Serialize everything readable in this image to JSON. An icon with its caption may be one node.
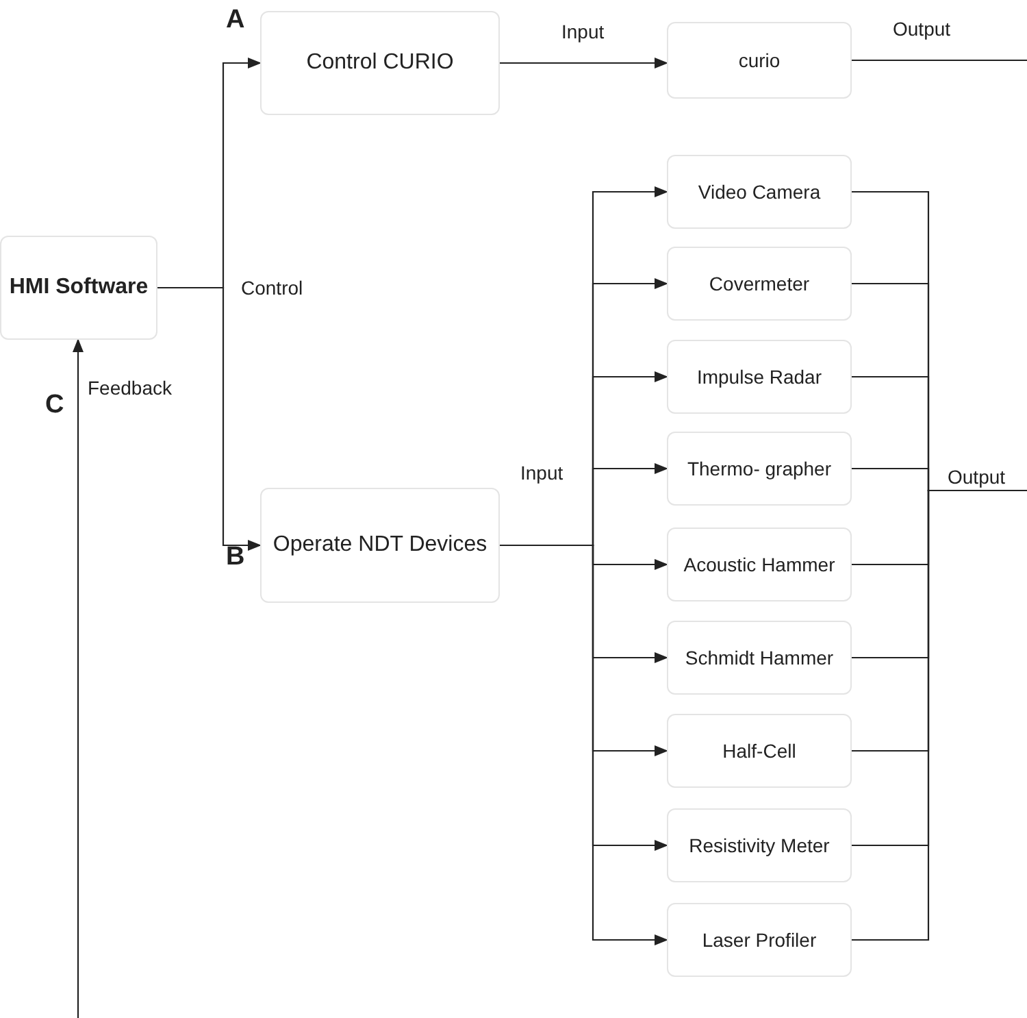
{
  "diagram": {
    "nodes": [
      {
        "text": [
          "HMI Software"
        ]
      },
      {
        "text": [
          "Control CURIO"
        ]
      },
      {
        "text": [
          "curio"
        ]
      },
      {
        "text": [
          "Operate NDT Devices"
        ]
      },
      {
        "text": [
          "Video Camera"
        ]
      },
      {
        "text": [
          "Covermeter"
        ]
      },
      {
        "text": [
          "Impulse Radar"
        ]
      },
      {
        "text": [
          "Thermo- grapher"
        ]
      },
      {
        "text": [
          "Acoustic Hammer"
        ]
      },
      {
        "text": [
          "Schmidt Hammer"
        ]
      },
      {
        "text": [
          "Half-Cell"
        ]
      },
      {
        "text": [
          "Resistivity Meter"
        ]
      },
      {
        "text": [
          "Laser Profiler"
        ]
      }
    ],
    "edges": [
      {
        "from": 0,
        "to": 1,
        "arrow": "to",
        "label": "Control"
      },
      {
        "from": 0,
        "to": 3,
        "arrow": "to"
      },
      {
        "from": 1,
        "to": 2,
        "arrow": "to",
        "label": "Input"
      },
      {
        "from": 2,
        "to": null,
        "arrow": "none",
        "label": "Output"
      },
      {
        "from": 3,
        "to": 4,
        "arrow": "to",
        "label": "Input"
      },
      {
        "from": 3,
        "to": 5,
        "arrow": "to"
      },
      {
        "from": 3,
        "to": 6,
        "arrow": "to"
      },
      {
        "from": 3,
        "to": 7,
        "arrow": "to"
      },
      {
        "from": 3,
        "to": 8,
        "arrow": "to"
      },
      {
        "from": 3,
        "to": 9,
        "arrow": "to"
      },
      {
        "from": 3,
        "to": 10,
        "arrow": "to"
      },
      {
        "from": 3,
        "to": 11,
        "arrow": "to"
      },
      {
        "from": 3,
        "to": 12,
        "arrow": "to"
      },
      {
        "from": 4,
        "to": null,
        "arrow": "none",
        "label": "Output"
      },
      {
        "from": 5,
        "to": null,
        "arrow": "none"
      },
      {
        "from": 6,
        "to": null,
        "arrow": "none"
      },
      {
        "from": 7,
        "to": null,
        "arrow": "none"
      },
      {
        "from": 8,
        "to": null,
        "arrow": "none"
      },
      {
        "from": 9,
        "to": null,
        "arrow": "none"
      },
      {
        "from": 10,
        "to": null,
        "arrow": "none"
      },
      {
        "from": 11,
        "to": null,
        "arrow": "none"
      },
      {
        "from": 12,
        "to": null,
        "arrow": "none"
      },
      {
        "from": null,
        "to": 0,
        "arrow": "to",
        "label": "Feedback"
      }
    ],
    "labels": [
      "A",
      "B",
      "C"
    ]
  }
}
